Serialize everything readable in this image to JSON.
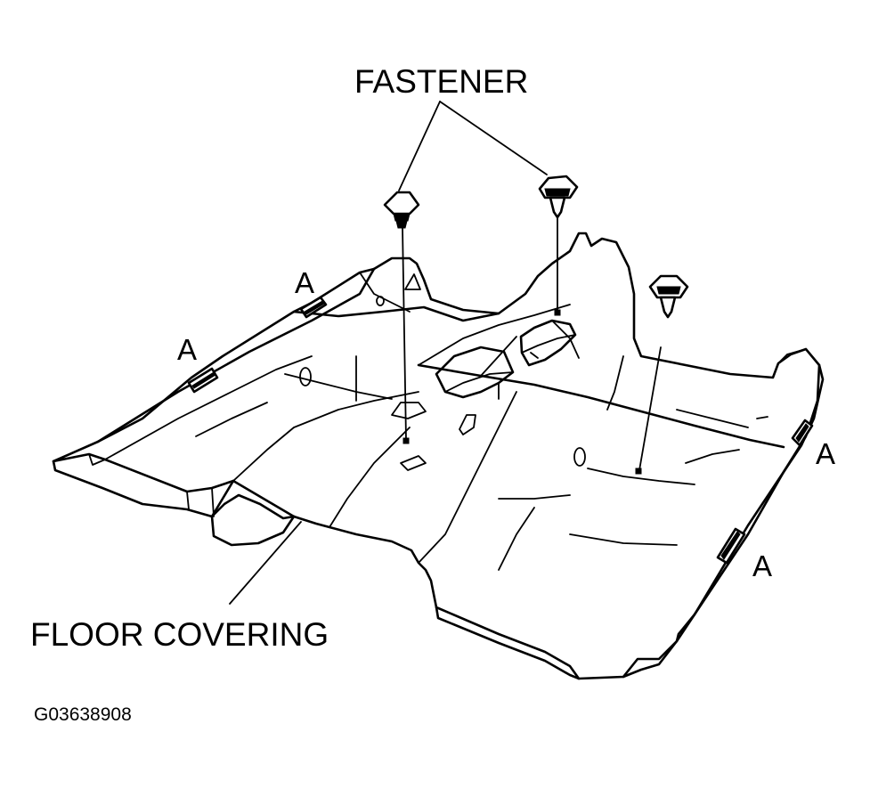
{
  "labels": {
    "fastener": "FASTENER",
    "floor_covering": "FLOOR COVERING",
    "clip_marker": "A",
    "figure_id": "G03638908"
  },
  "colors": {
    "ink": "#000000",
    "paper": "#ffffff"
  }
}
